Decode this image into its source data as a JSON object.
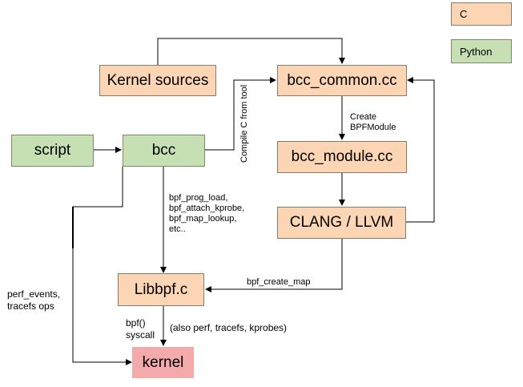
{
  "legend": {
    "c": "C",
    "python": "Python"
  },
  "nodes": {
    "kernel_sources": "Kernel sources",
    "bcc_common": "bcc_common.cc",
    "script": "script",
    "bcc": "bcc",
    "bcc_module": "bcc_module.cc",
    "clang": "CLANG / LLVM",
    "libbpf": "Libbpf.c",
    "kernel": "kernel"
  },
  "labels": {
    "create_bpfmodule": "Create\nBPFModule",
    "compile_c": "Compile C from tool",
    "bpf_calls": "bpf_prog_load,\nbpf_attach_kprobe,\nbpf_map_lookup,\netc..",
    "bpf_create_map": "bpf_create_map",
    "perf_events": "perf_events,\ntracefs ops",
    "bpf_syscall": "bpf()\nsyscall",
    "also_perf": "(also perf, tracefs, kprobes)"
  },
  "colors": {
    "c_fill": "#fcd5b5",
    "python_fill": "#c6e0b4",
    "kernel_fill": "#f4a9ab"
  }
}
